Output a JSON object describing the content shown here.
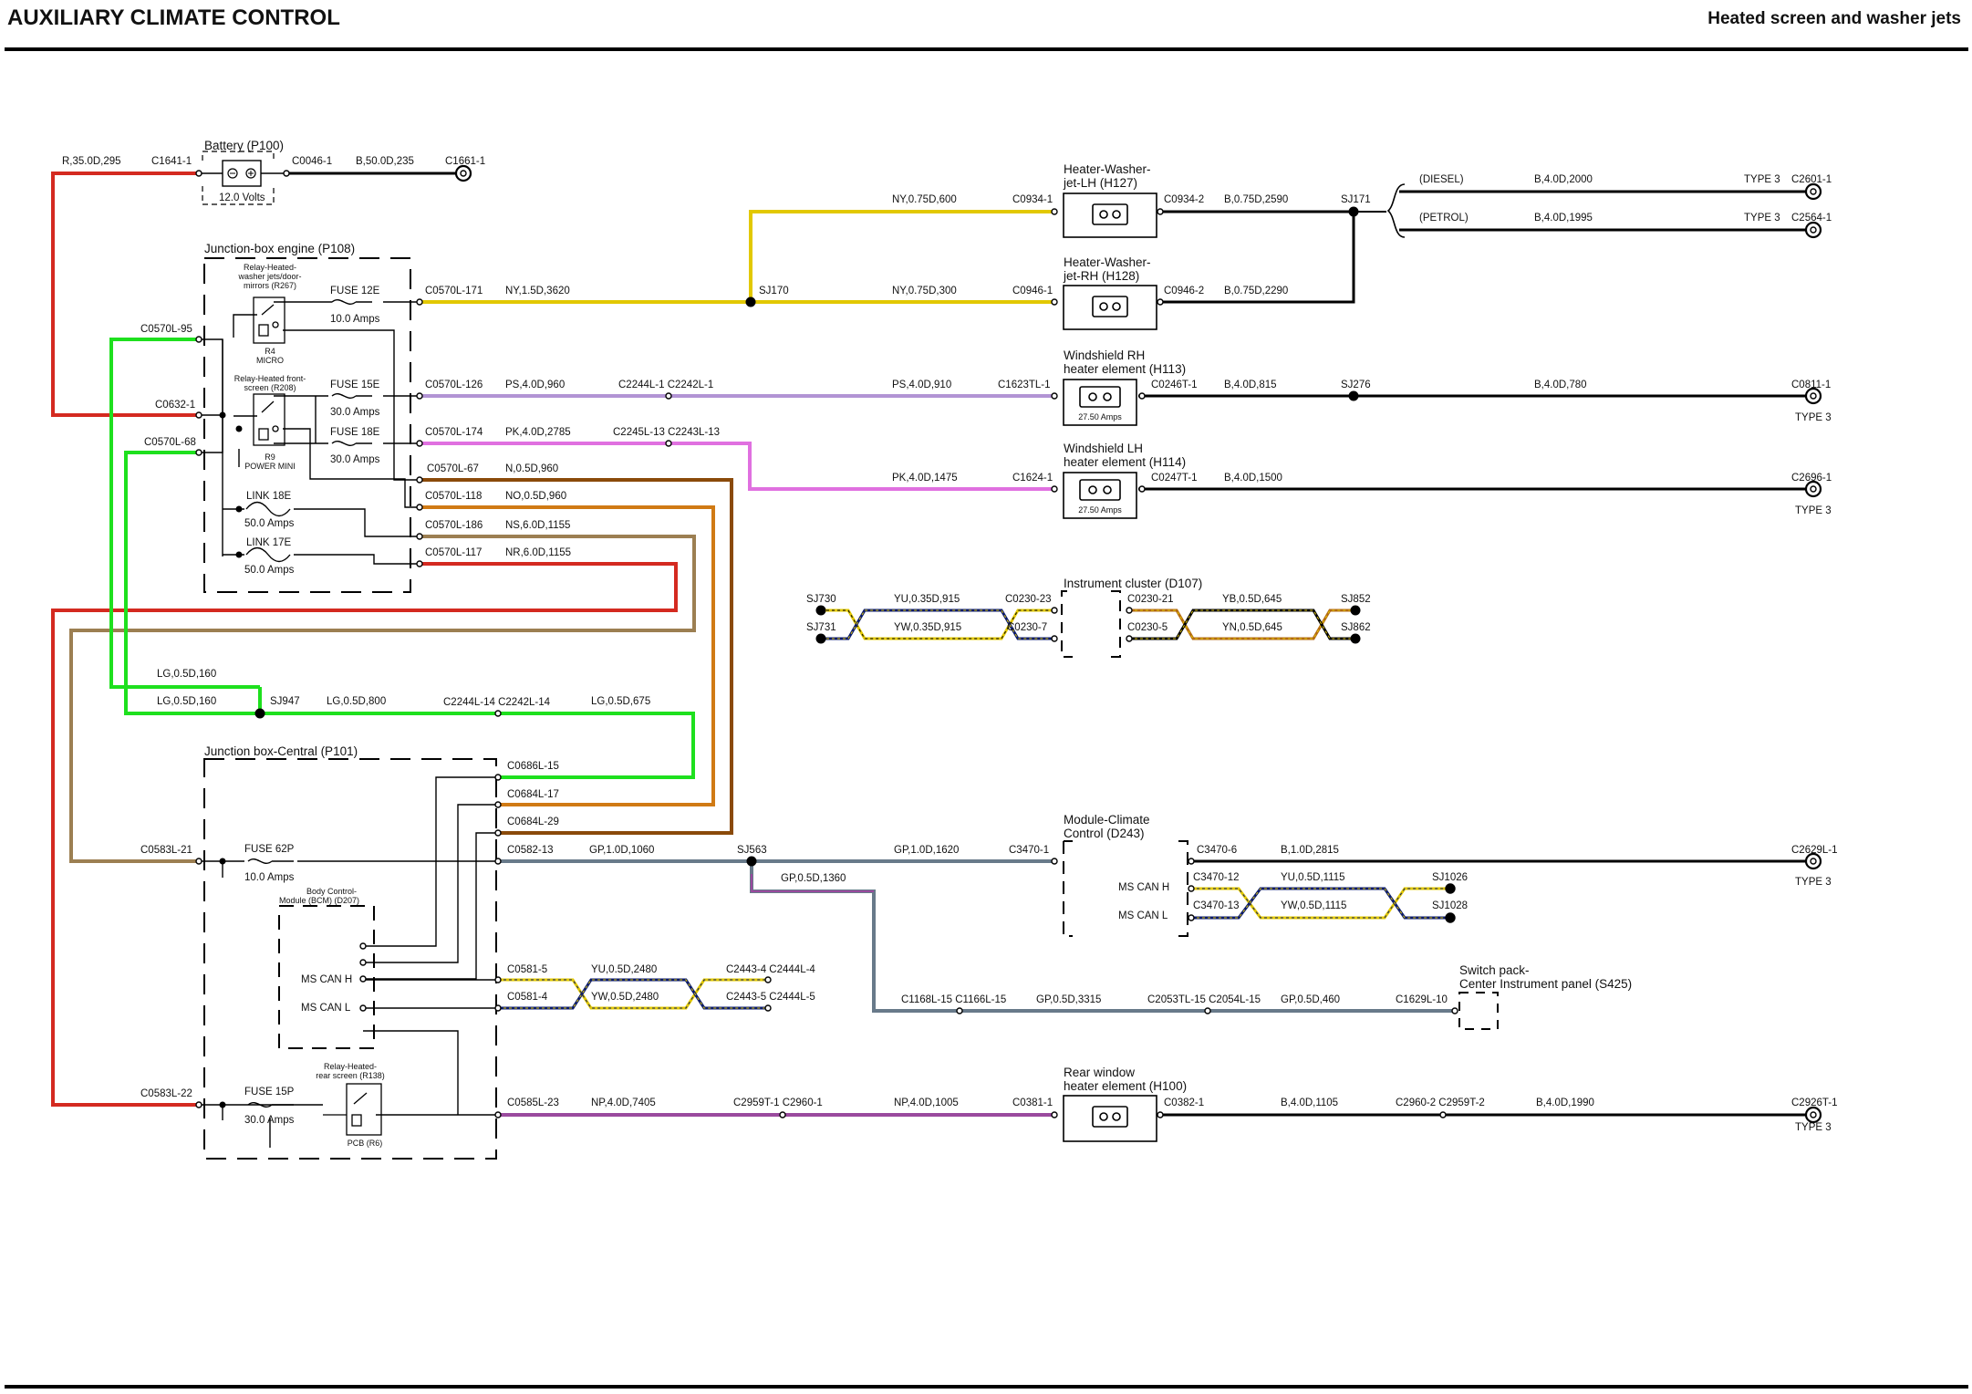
{
  "header": {
    "title": "AUXILIARY CLIMATE CONTROL",
    "subtitle": "Heated screen and washer jets"
  },
  "colors": {
    "red": "#d42a20",
    "yellow": "#e2c800",
    "lilac": "#b294d4",
    "pink": "#e070e0",
    "brown": "#b36a12",
    "tan": "#9c7f52",
    "green": "#1ee01e",
    "slate": "#687a8a",
    "purple": "#9a4a9e",
    "black": "#000000",
    "navy": "#0a1a6c"
  },
  "components": {
    "battery": {
      "title": "Battery (P100)",
      "rating": "12.0 Volts"
    },
    "jb_engine": {
      "title": "Junction-box engine (P108)"
    },
    "relay_r267": {
      "name": "Relay-Heated-washer jets/door-mirrors (R267)",
      "type": "R4 MICRO"
    },
    "relay_r208": {
      "name": "Relay-Heated front-screen (R208)",
      "type": "R9 POWER MINI"
    },
    "fuse_12e": {
      "name": "FUSE 12E",
      "rating": "10.0 Amps"
    },
    "fuse_15e": {
      "name": "FUSE 15E",
      "rating": "30.0 Amps"
    },
    "fuse_18e": {
      "name": "FUSE 18E",
      "rating": "30.0 Amps"
    },
    "link_18e": {
      "name": "LINK 18E",
      "rating": "50.0 Amps"
    },
    "link_17e": {
      "name": "LINK 17E",
      "rating": "50.0 Amps"
    },
    "jb_central": {
      "title": "Junction box-Central (P101)"
    },
    "fuse_62p": {
      "name": "FUSE 62P",
      "rating": "10.0 Amps"
    },
    "fuse_15p": {
      "name": "FUSE 15P",
      "rating": "30.0 Amps"
    },
    "bcm": {
      "name": "Body Control-Module (BCM) (D207)",
      "can_h": "MS CAN H",
      "can_l": "MS CAN L"
    },
    "relay_r138": {
      "name": "Relay-Heated-rear screen (R138)",
      "type": "PCB (R6)"
    },
    "h127": {
      "name": "Heater-Washer-jet-LH (H127)"
    },
    "h128": {
      "name": "Heater-Washer-jet-RH (H128)"
    },
    "h113": {
      "name": "Windshield RH heater element (H113)",
      "rating": "27.50 Amps"
    },
    "h114": {
      "name": "Windshield LH heater element (H114)",
      "rating": "27.50 Amps"
    },
    "d107": {
      "name": "Instrument cluster (D107)"
    },
    "d243": {
      "name": "Module-Climate Control (D243)",
      "can_h": "MS CAN H",
      "can_l": "MS CAN L"
    },
    "s425": {
      "name": "Switch pack-Center Instrument panel (S425)"
    },
    "h100": {
      "name": "Rear window heater element (H100)"
    }
  },
  "variants": {
    "diesel": "(DIESEL)",
    "petrol": "(PETROL)"
  },
  "type3": "TYPE 3",
  "connectors": [
    "C1641-1",
    "C0046-1",
    "C1661-1",
    "C0570L-95",
    "C0632-1",
    "C0570L-68",
    "C0570L-171",
    "C0570L-126",
    "C0570L-174",
    "C0570L-67",
    "C0570L-118",
    "C0570L-186",
    "C0570L-117",
    "C2244L-1 C2242L-1",
    "C2245L-13 C2243L-13",
    "C0934-1",
    "C0934-2",
    "C0946-1",
    "C0946-2",
    "C2601-1",
    "C2564-1",
    "C1623TL-1",
    "C0246T-1",
    "C0811-1",
    "C1624-1",
    "C0247T-1",
    "C2696-1",
    "C0230-23",
    "C0230-7",
    "C0230-21",
    "C0230-5",
    "C2244L-14 C2242L-14",
    "C0686L-15",
    "C0684L-17",
    "C0684L-29",
    "C0583L-21",
    "C0582-13",
    "C3470-1",
    "C3470-6",
    "C2629L-1",
    "C3470-12",
    "C3470-13",
    "C0581-5",
    "C0581-4",
    "C2443-4 C2444L-4",
    "C2443-5 C2444L-5",
    "C1168L-15 C1166L-15",
    "C2053TL-15 C2054L-15",
    "C1629L-10",
    "C0583L-22",
    "C0585L-23",
    "C2959T-1 C2960-1",
    "C0381-1",
    "C0382-1",
    "C2960-2 C2959T-2",
    "C2926T-1"
  ],
  "splices": [
    "SJ170",
    "SJ171",
    "SJ276",
    "SJ730",
    "SJ731",
    "SJ852",
    "SJ862",
    "SJ947",
    "SJ563",
    "SJ1026",
    "SJ1028"
  ],
  "wires": [
    "R,35.0D,295",
    "B,50.0D,235",
    "NY,1.5D,3620",
    "NY,0.75D,600",
    "NY,0.75D,300",
    "B,0.75D,2590",
    "B,0.75D,2290",
    "B,4.0D,2000",
    "B,4.0D,1995",
    "PS,4.0D,960",
    "PS,4.0D,910",
    "B,4.0D,815",
    "B,4.0D,780",
    "PK,4.0D,2785",
    "PK,4.0D,1475",
    "B,4.0D,1500",
    "N,0.5D,960",
    "NO,0.5D,960",
    "NS,6.0D,1155",
    "NR,6.0D,1155",
    "YU,0.35D,915",
    "YW,0.35D,915",
    "YB,0.5D,645",
    "YN,0.5D,645",
    "LG,0.5D,160",
    "LG,0.5D,160",
    "LG,0.5D,800",
    "LG,0.5D,675",
    "GP,1.0D,1060",
    "GP,1.0D,1620",
    "B,1.0D,2815",
    "GP,0.5D,1360",
    "GP,0.5D,3315",
    "GP,0.5D,460",
    "YU,0.5D,1115",
    "YW,0.5D,1115",
    "YU,0.5D,2480",
    "YW,0.5D,2480",
    "NP,4.0D,7405",
    "NP,4.0D,1005",
    "B,4.0D,1105",
    "B,4.0D,1990"
  ]
}
